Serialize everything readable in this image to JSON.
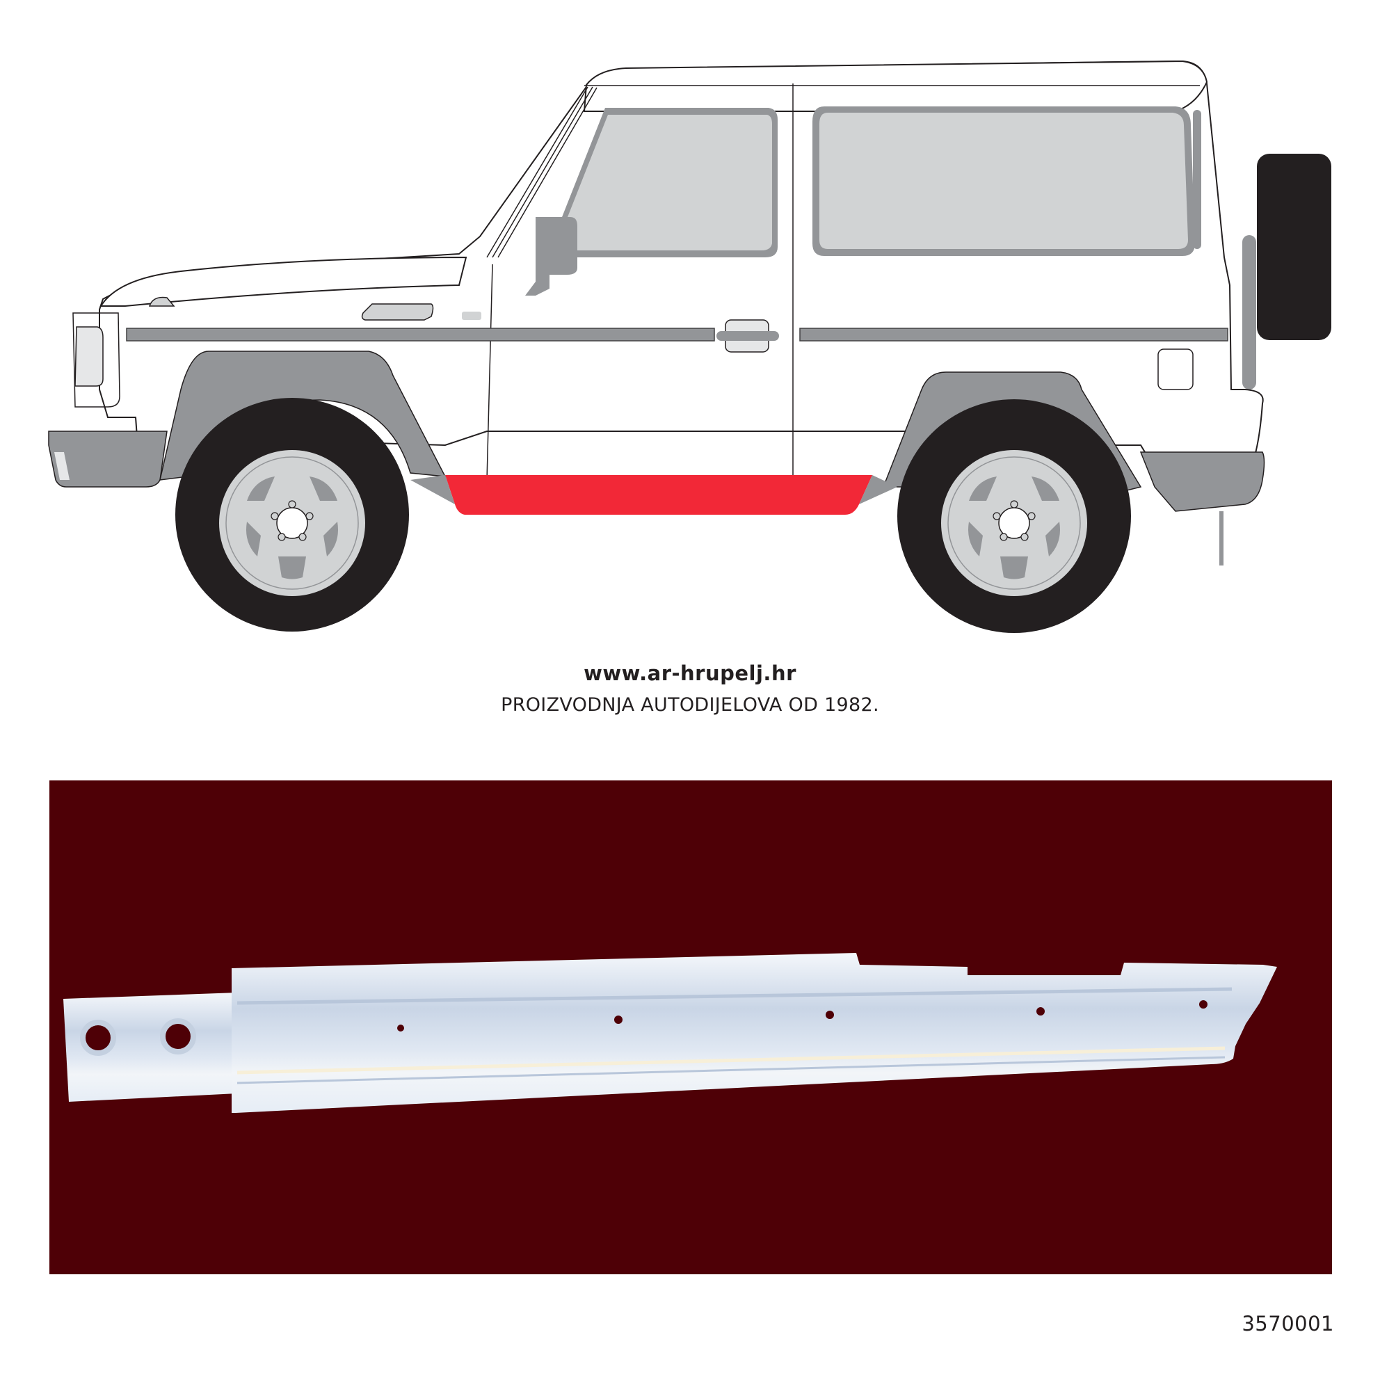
{
  "diagram": {
    "subject": "vehicle-side-view-3-door-suv",
    "highlighted_part": "left-rocker-panel-sill",
    "colors": {
      "highlight": "#f22837",
      "tire": "#231f20",
      "trim_gray": "#939598",
      "glass": "#d1d3d4",
      "outline": "#231f20",
      "body": "#ffffff"
    }
  },
  "brand": {
    "url": "www.ar-hrupelj.hr",
    "tagline": "PROIZVODNJA AUTODIJELOVA OD 1982."
  },
  "product_photo": {
    "subject": "galvanized-rocker-panel-part",
    "background_color": "#4e0006",
    "part_color": "#e4ebf5"
  },
  "part_number": "3570001"
}
